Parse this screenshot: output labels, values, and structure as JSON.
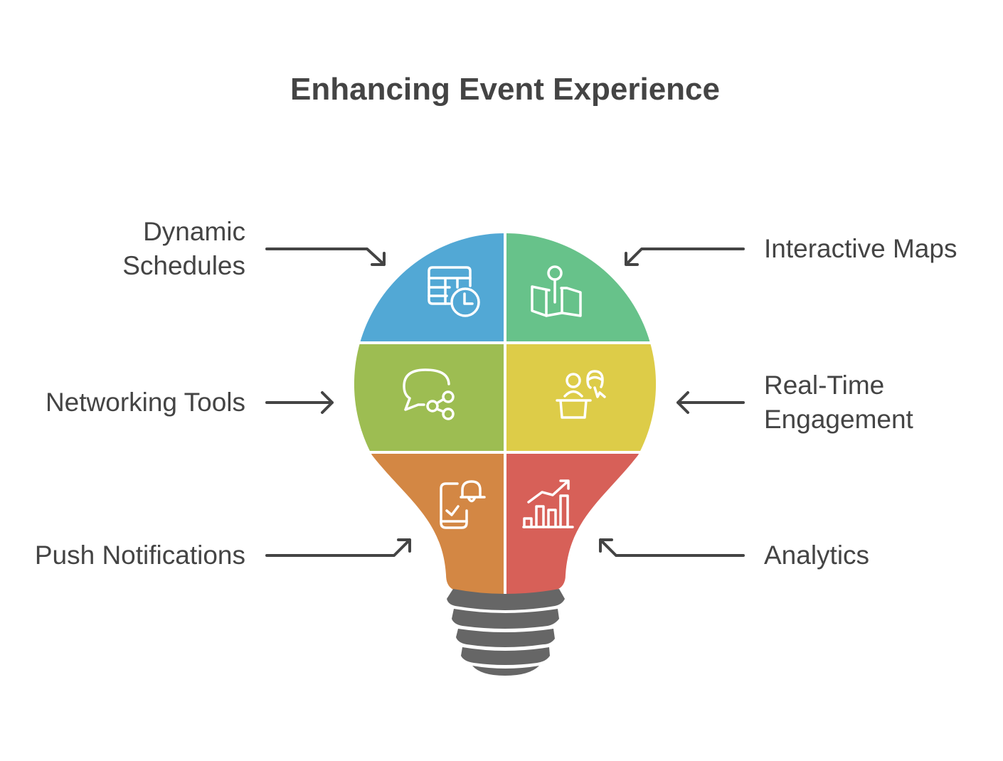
{
  "title": "Enhancing Event Experience",
  "labels": {
    "dynamic_schedules": [
      "Dynamic",
      "Schedules"
    ],
    "interactive_maps": "Interactive Maps",
    "networking_tools": "Networking Tools",
    "real_time_engagement": [
      "Real-Time",
      "Engagement"
    ],
    "push_notifications": "Push Notifications",
    "analytics": "Analytics"
  },
  "colors": {
    "dynamic_schedules": "#52A8D5",
    "interactive_maps": "#67C28A",
    "networking_tools": "#9DBD52",
    "real_time_engagement": "#DDCC48",
    "push_notifications": "#D38744",
    "analytics": "#D76058",
    "base": "#666666",
    "text": "#444444"
  }
}
